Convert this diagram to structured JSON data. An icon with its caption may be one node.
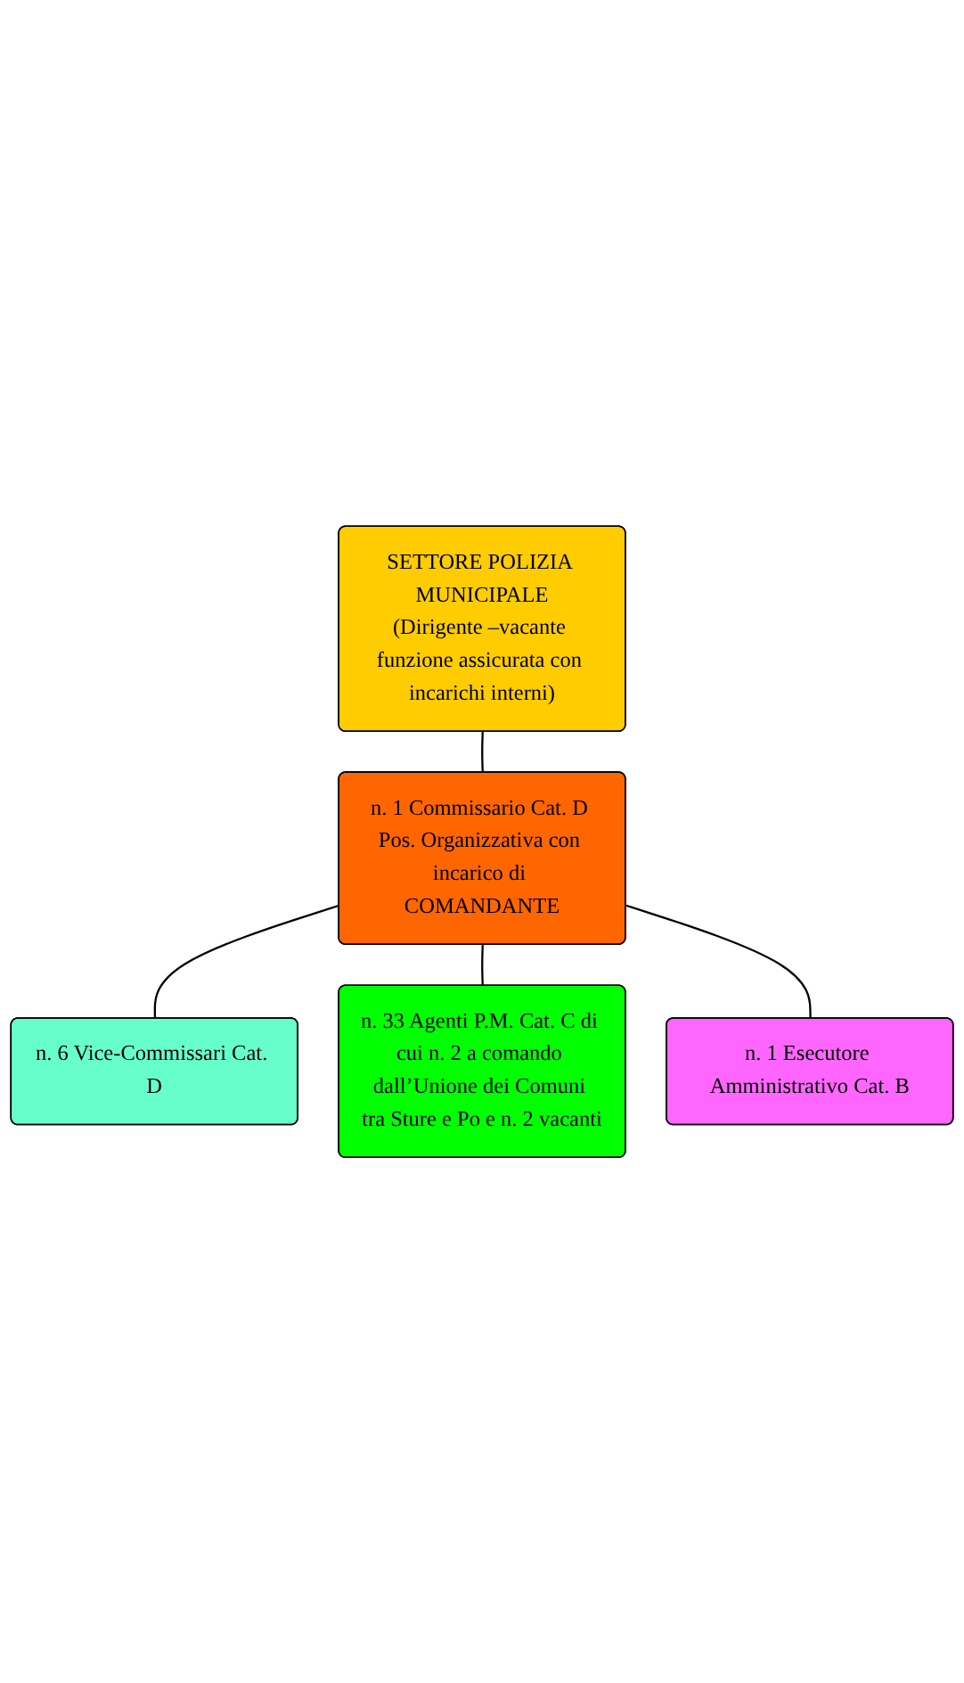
{
  "diagram": {
    "nodes": [
      {
        "text": [
          "SETTORE POLIZIA MUNICIPALE",
          "(Dirigente –vacante funzione assicurata con incarichi interni)"
        ]
      },
      {
        "text": [
          "n. 1 Commissario Cat. D Pos. Organizzativa con incarico di COMANDANTE"
        ]
      },
      {
        "text": [
          "n. 6 Vice-Commissari Cat. D"
        ]
      },
      {
        "text": [
          "n. 33 Agenti P.M. Cat. C di cui n. 2 a comando dall’Unione dei Comuni tra Sture e Po e n. 2 vacanti"
        ]
      },
      {
        "text": [
          "n. 1 Esecutore Amministrativo Cat. B"
        ]
      }
    ],
    "edges": [
      {
        "from": 0,
        "to": 1,
        "arrow": "none"
      },
      {
        "from": 1,
        "to": 2,
        "arrow": "none"
      },
      {
        "from": 1,
        "to": 3,
        "arrow": "none"
      },
      {
        "from": 1,
        "to": 4,
        "arrow": "none"
      }
    ]
  }
}
